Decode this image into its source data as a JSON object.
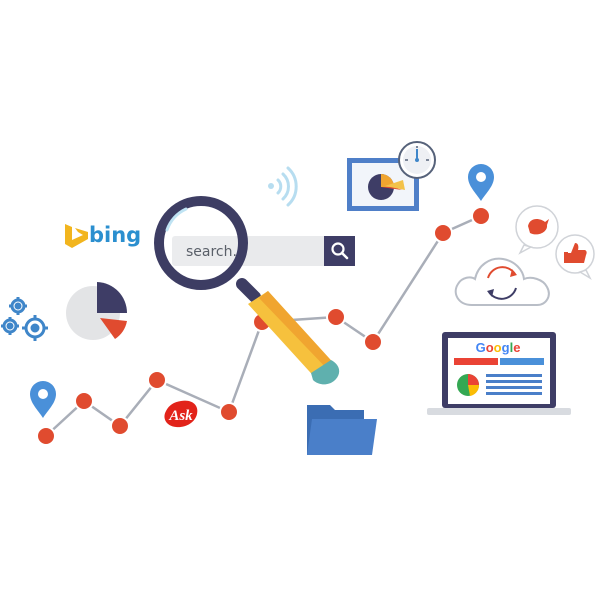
{
  "search": {
    "placeholder_text": "search..."
  },
  "logos": {
    "bing": "bing",
    "ask": "Ask",
    "google_letters": [
      {
        "ch": "G",
        "color": "#4285f4"
      },
      {
        "ch": "o",
        "color": "#ea4335"
      },
      {
        "ch": "o",
        "color": "#fbbc05"
      },
      {
        "ch": "g",
        "color": "#4285f4"
      },
      {
        "ch": "l",
        "color": "#34a853"
      },
      {
        "ch": "e",
        "color": "#ea4335"
      }
    ]
  },
  "colors": {
    "node_fill": "#e04b2f",
    "line": "#a9aeb8",
    "magnifier_ring": "#3d3d63",
    "handle_yellow": "#f6c13d",
    "handle_orange": "#f0a530",
    "handle_teal": "#5fb0ae",
    "pin_blue": "#4a90d9",
    "folder_blue": "#4a7fc9"
  },
  "icons": [
    "magnifier-icon",
    "search-icon",
    "gear-icon",
    "pie-chart-icon",
    "location-pin-icon",
    "wifi-signal-icon",
    "gauge-icon",
    "cloud-sync-icon",
    "bird-bubble-icon",
    "thumbs-up-bubble-icon",
    "laptop-icon",
    "folder-icon"
  ]
}
